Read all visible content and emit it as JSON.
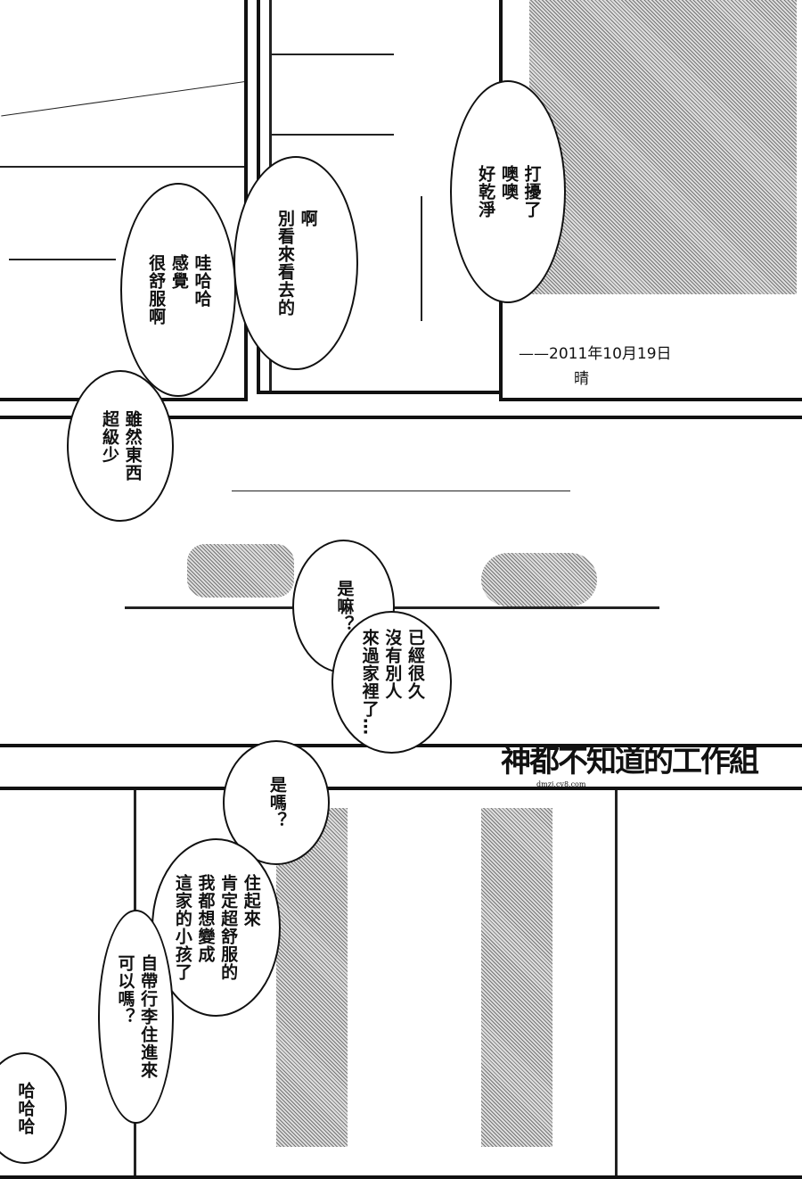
{
  "panel_top_right": {
    "caption_date": "——2011年10月19日",
    "caption_weather": "晴"
  },
  "bubbles": {
    "greeting": [
      "打擾了",
      "噢噢",
      "好乾淨"
    ],
    "dont_look": [
      "啊",
      "別看來看去的"
    ],
    "laugh_comfort": [
      "哇哈哈",
      "感覺",
      "很舒服啊"
    ],
    "few_things": [
      "雖然東西",
      "超級少"
    ],
    "is_that_so_1": [
      "是嘛？"
    ],
    "no_visitors": [
      "已經很久",
      "沒有別人",
      "來過家裡了…"
    ],
    "is_that_so_2": [
      "是嗎？"
    ],
    "comfortable": [
      "住起來",
      "肯定超舒服的",
      "我都想變成",
      "這家的小孩了"
    ],
    "move_in": [
      "自帶行李住進來",
      "可以嗎？"
    ],
    "hahaha": [
      "哈哈哈"
    ]
  },
  "watermark": {
    "title": "神都不知道的工作組",
    "url": "dmzj.cy8.com"
  }
}
